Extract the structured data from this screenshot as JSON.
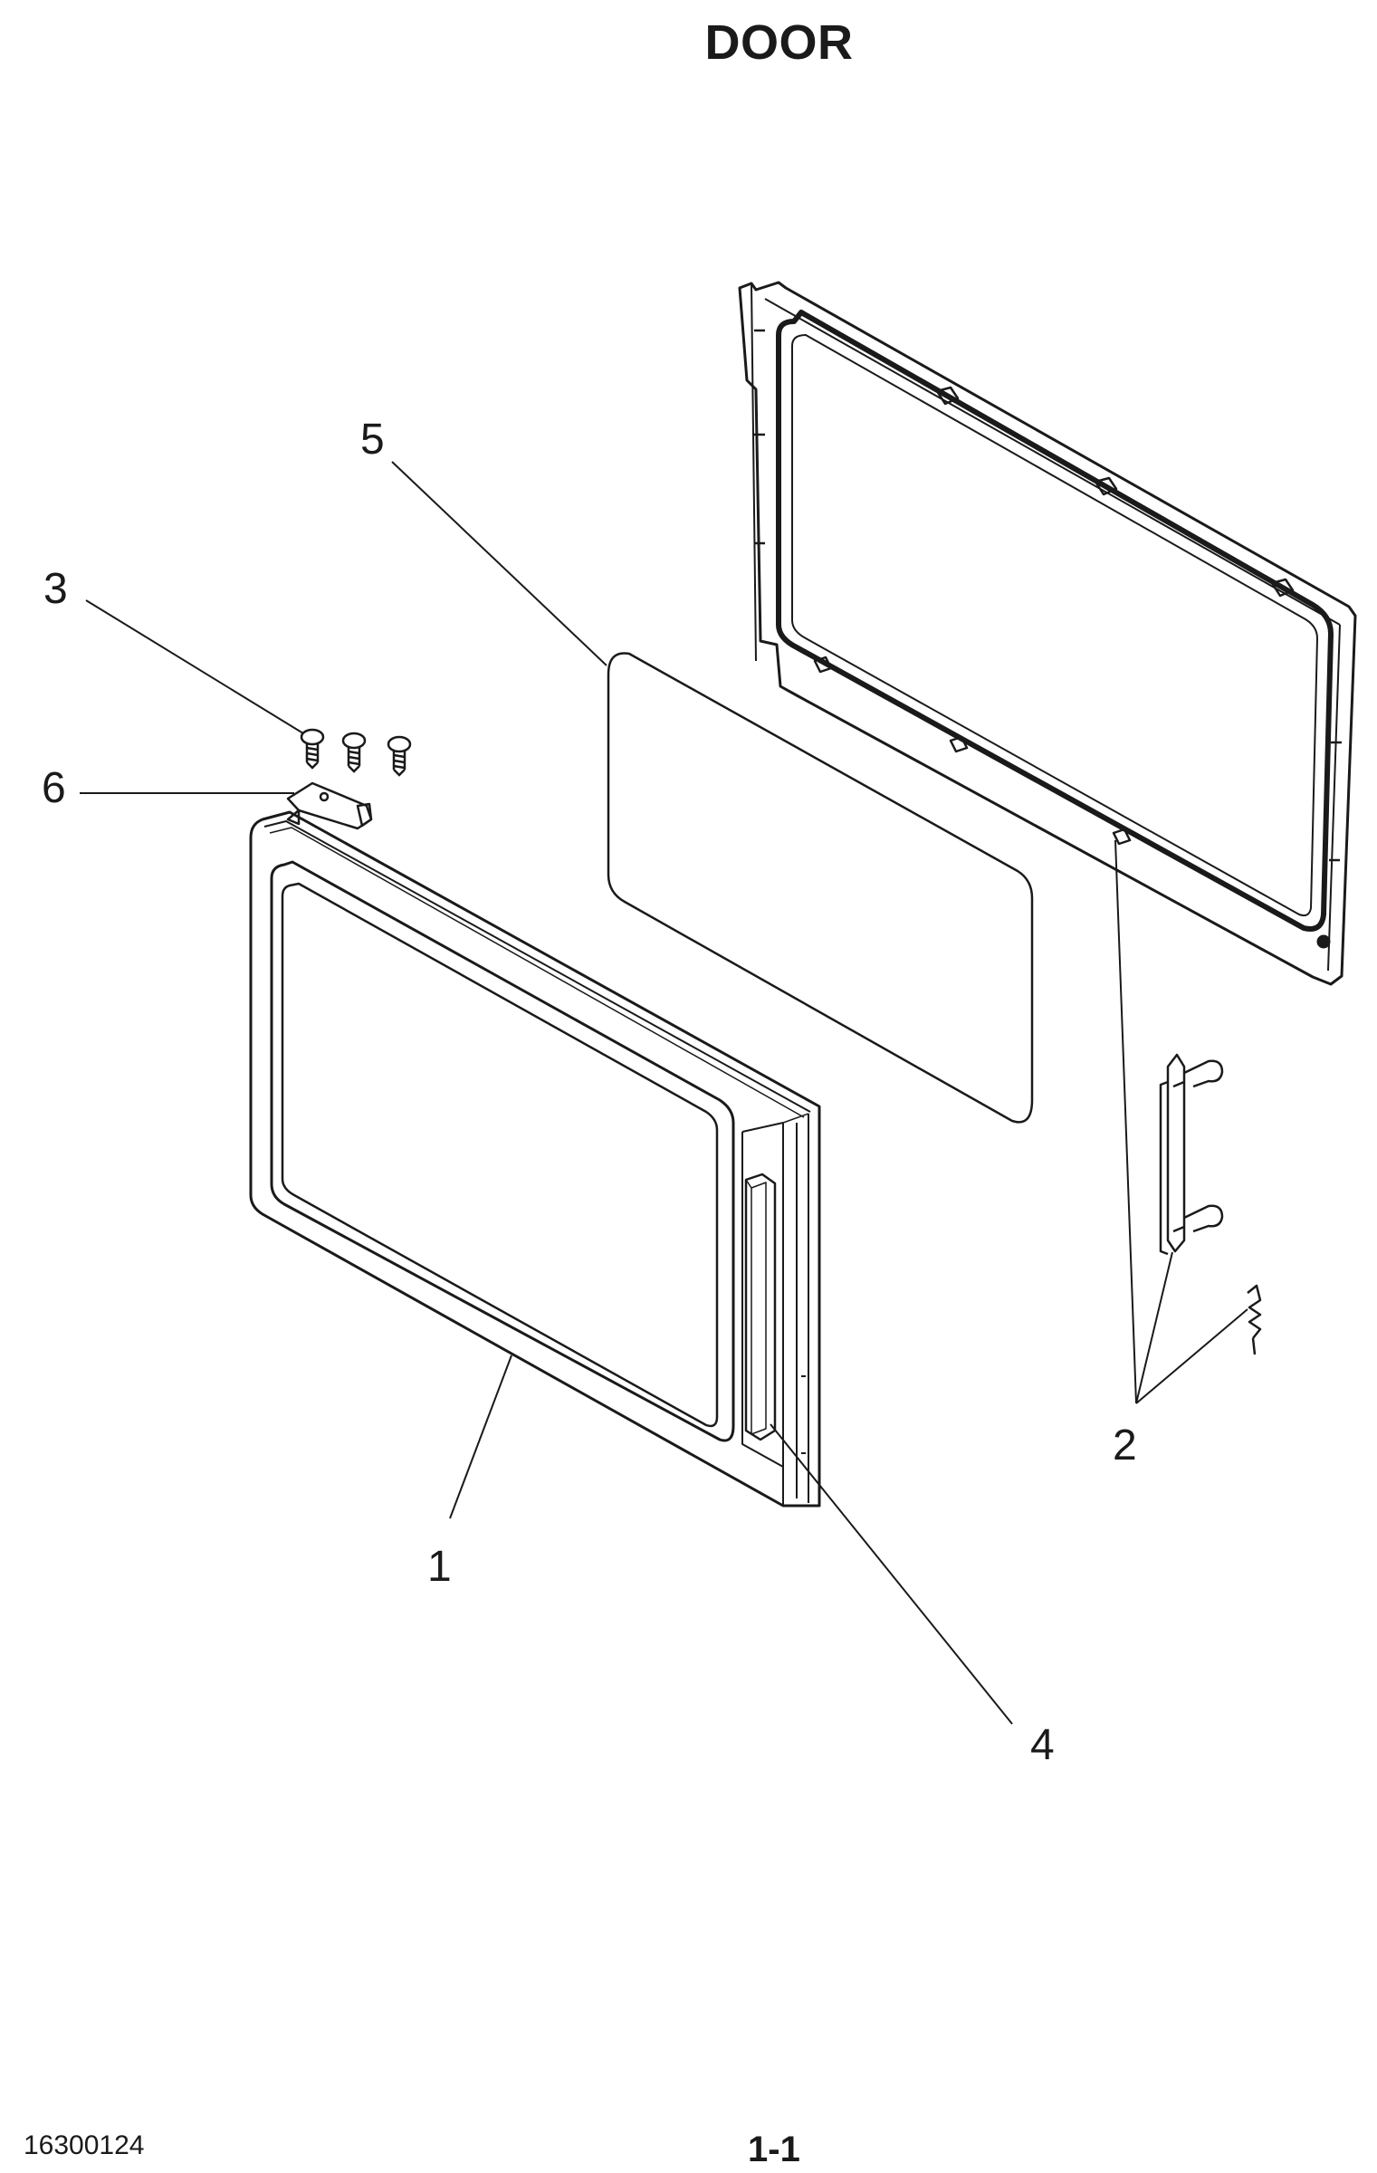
{
  "title": "DOOR",
  "callouts": {
    "one": "1",
    "two": "2",
    "three": "3",
    "four": "4",
    "five": "5",
    "six": "6"
  },
  "footer": {
    "doc_number": "16300124",
    "page_number": "1-1"
  },
  "colors": {
    "line": "#1a1a1a",
    "background": "#ffffff"
  }
}
